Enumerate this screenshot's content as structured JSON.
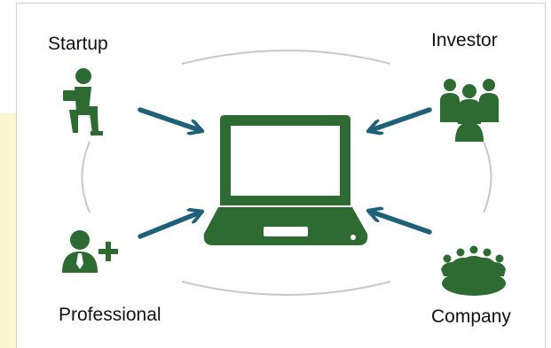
{
  "nodes": {
    "startup": {
      "label": "Startup",
      "icon": "person-at-laptop-icon"
    },
    "investor": {
      "label": "Investor",
      "icon": "group-of-people-icon"
    },
    "professional": {
      "label": "Professional",
      "icon": "person-with-plus-icon"
    },
    "company": {
      "label": "Company",
      "icon": "crowd-meeting-icon"
    },
    "center": {
      "icon": "laptop-icon"
    }
  },
  "colors": {
    "icon_green": "#2e6b32",
    "arrow_teal": "#1f6079",
    "ring_gray": "#c8c8c8",
    "strip_yellow": "#fbf6cf"
  }
}
